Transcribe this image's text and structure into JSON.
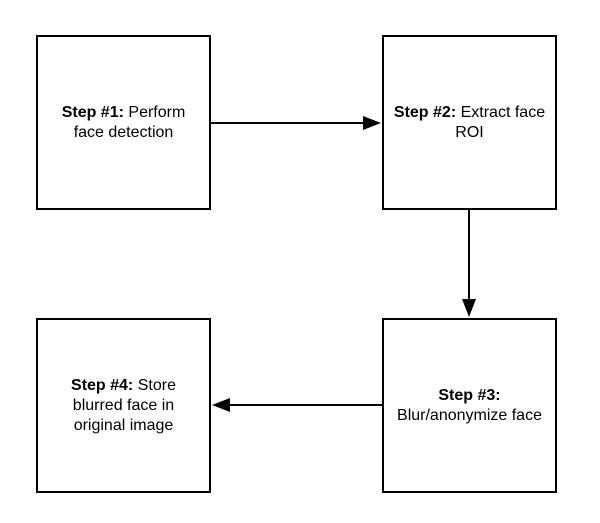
{
  "steps": [
    {
      "label": "Step #1:",
      "description": "Perform face detection"
    },
    {
      "label": "Step #2:",
      "description": "Extract face ROI"
    },
    {
      "label": "Step #3:",
      "description": "Blur/anonymize face"
    },
    {
      "label": "Step #4:",
      "description": "Store blurred face in original image"
    }
  ],
  "colors": {
    "stroke": "#000000",
    "background": "#ffffff"
  }
}
